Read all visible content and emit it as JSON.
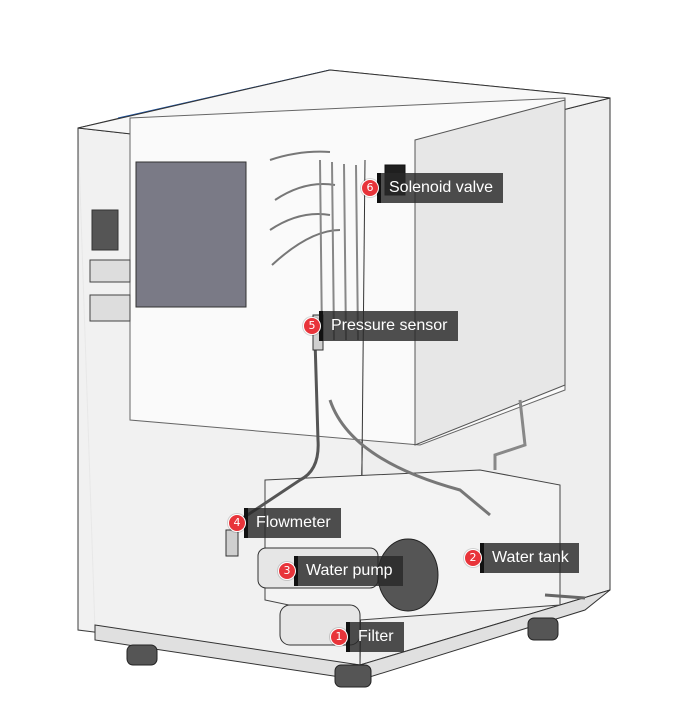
{
  "colors": {
    "badge": "#e8343a",
    "label_bg": "#2b2b2b",
    "accent_strip": "#2a6fd6",
    "panel": "#7a7a86"
  },
  "callouts": [
    {
      "num": "1",
      "label": "Filter",
      "icon": "filter-part"
    },
    {
      "num": "2",
      "label": "Water tank",
      "icon": "tank-part"
    },
    {
      "num": "3",
      "label": "Water pump",
      "icon": "pump-part"
    },
    {
      "num": "4",
      "label": "Flowmeter",
      "icon": "flowmeter-part"
    },
    {
      "num": "5",
      "label": "Pressure sensor",
      "icon": "sensor-part"
    },
    {
      "num": "6",
      "label": "Solenoid valve",
      "icon": "valve-part"
    }
  ]
}
